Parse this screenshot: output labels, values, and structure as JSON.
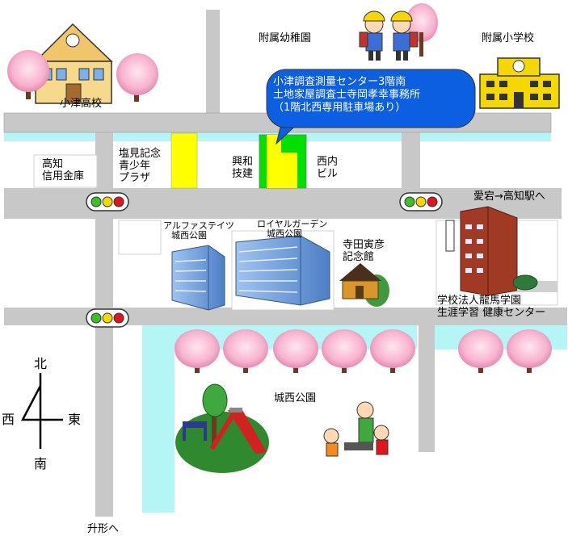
{
  "places": {
    "kotsu_high": "小津高校",
    "kindergarten": "附属幼稚園",
    "elementary": "附属小学校",
    "kochi_bank_line1": "高知",
    "kochi_bank_line2": "信用金庫",
    "shiomi_line1": "塩見記念",
    "shiomi_line2": "青少年",
    "shiomi_line3": "プラザ",
    "kowa_line1": "興和",
    "kowa_line2": "技建",
    "nishiuchi_line1": "西内",
    "nishiuchi_line2": "ビル",
    "alpha_line1": "アルファステイツ",
    "alpha_line2": "城西公園",
    "royal_line1": "ロイヤルガーデン",
    "royal_line2": "城西公園",
    "terada_line1": "寺田寅彦",
    "terada_line2": "記念館",
    "ryoma_line1": "学校法人龍馬学園",
    "ryoma_line2": "生涯学習 健康センター",
    "josai_park": "城西公園",
    "atago": "愛宕→高知駅へ",
    "masugata": "升形へ"
  },
  "callout": {
    "line1": "小津調査測量センター3階南",
    "line2": "土地家屋調査士寺岡孝幸事務所",
    "line3": "（1階北西専用駐車場あり）"
  },
  "compass": {
    "north": "北",
    "south": "南",
    "east": "東",
    "west": "西"
  },
  "colors": {
    "road": "#c8c8c8",
    "canal": "#b4f5f5",
    "callout": "#0b5fe0",
    "parking": "#ffff00",
    "office": "#00e000",
    "park": "#2f8a2f"
  }
}
